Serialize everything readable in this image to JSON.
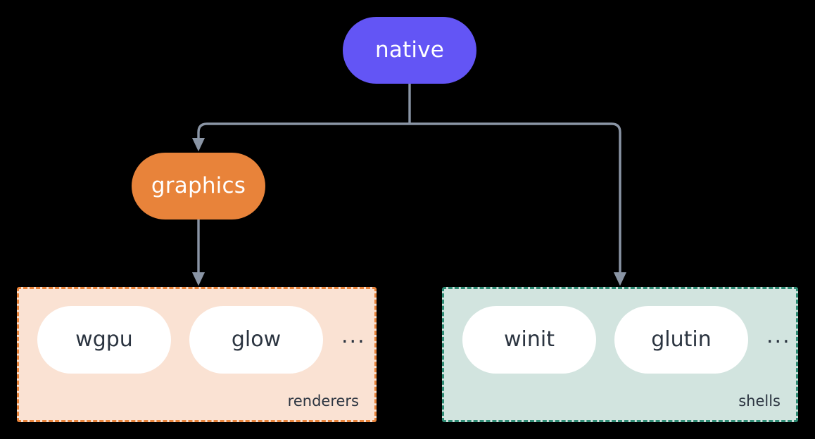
{
  "diagram": {
    "background_color": "#000000",
    "edge_color": "#8a95a5",
    "title": "native",
    "nodes": {
      "native": {
        "label": "native",
        "color": "#6355f5",
        "text_color": "#ffffff"
      },
      "graphics": {
        "label": "graphics",
        "color": "#e8833a",
        "text_color": "#ffffff"
      }
    },
    "groups": [
      {
        "id": "renderers",
        "title": "renderers",
        "fill_color": "#fae2d3",
        "border_color": "#e8833a",
        "items": [
          "wgpu",
          "glow"
        ],
        "overflow": "..."
      },
      {
        "id": "shells",
        "title": "shells",
        "fill_color": "#d2e4df",
        "border_color": "#2e8b74",
        "items": [
          "winit",
          "glutin"
        ],
        "overflow": "..."
      }
    ],
    "edges": [
      {
        "from": "native",
        "to": "graphics",
        "arrow": true
      },
      {
        "from": "native",
        "to": "shells",
        "arrow": true
      },
      {
        "from": "graphics",
        "to": "renderers",
        "arrow": true
      }
    ]
  }
}
